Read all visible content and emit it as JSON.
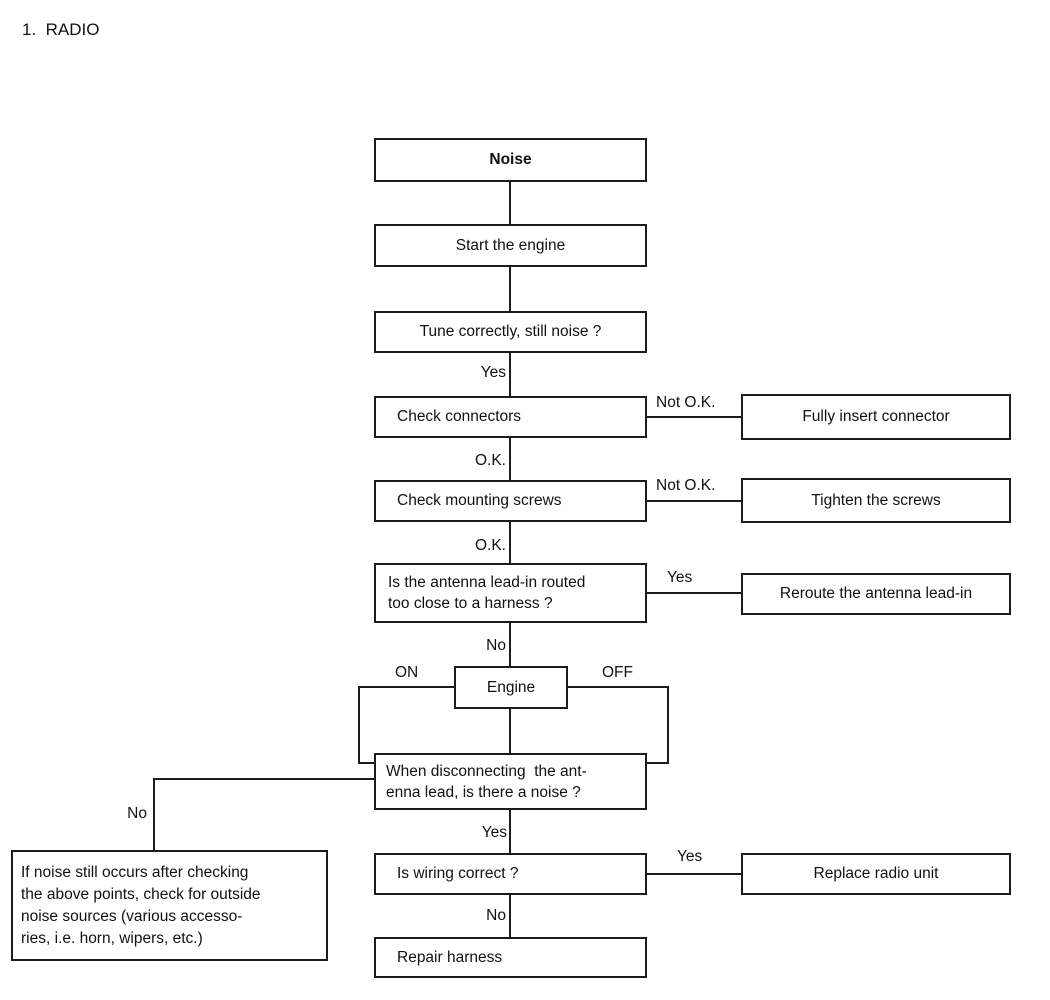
{
  "title": "1.  RADIO",
  "colors": {
    "line": "#1c1c1c",
    "text": "#111111",
    "background": "#ffffff"
  },
  "diagram": {
    "nodes": {
      "noise": {
        "text": "Noise"
      },
      "start_engine": {
        "text": "Start the engine"
      },
      "tune": {
        "text": "Tune correctly, still noise ?"
      },
      "check_connectors": {
        "text": "Check connectors"
      },
      "fully_insert": {
        "text": "Fully insert connector"
      },
      "check_screws": {
        "text": "Check mounting screws"
      },
      "tighten_screws": {
        "text": "Tighten the screws"
      },
      "antenna_routed": {
        "line1": "Is the antenna lead-in routed",
        "line2": "too close to a harness ?"
      },
      "reroute": {
        "text": "Reroute the antenna lead-in"
      },
      "engine": {
        "text": "Engine"
      },
      "disconnect_antenna": {
        "line1": "When disconnecting  the ant-",
        "line2": "enna lead, is there a noise ?"
      },
      "outside_noise": {
        "line1": "If noise still occurs after checking",
        "line2": "the above points, check for outside",
        "line3": "noise sources (various accesso-",
        "line4": "ries, i.e. horn, wipers, etc.)"
      },
      "wiring_correct": {
        "text": "Is wiring correct ?"
      },
      "replace_radio": {
        "text": "Replace radio unit"
      },
      "repair_harness": {
        "text": "Repair harness"
      }
    },
    "labels": {
      "yes_tune": "Yes",
      "not_ok_connectors": "Not O.K.",
      "ok_connectors": "O.K.",
      "not_ok_screws": "Not O.K.",
      "ok_screws": "O.K.",
      "yes_antenna": "Yes",
      "no_antenna": "No",
      "engine_on": "ON",
      "engine_off": "OFF",
      "no_disconnect": "No",
      "yes_disconnect": "Yes",
      "yes_wiring": "Yes",
      "no_wiring": "No"
    }
  }
}
